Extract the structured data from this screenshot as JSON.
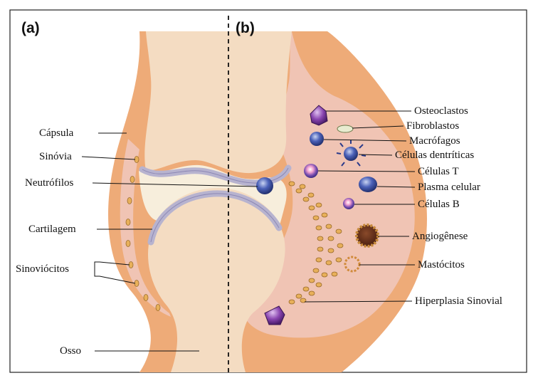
{
  "panels": {
    "a": "(a)",
    "b": "(b)"
  },
  "labels_left": {
    "capsula": "Cápsula",
    "sinovia": "Sinóvia",
    "neutrofilos": "Neutrófilos",
    "cartilagem": "Cartilagem",
    "sinoviocitos": "Sinoviócitos",
    "osso": "Osso"
  },
  "labels_right": {
    "osteoclastos": "Osteoclastos",
    "fibroblastos": "Fibroblastos",
    "macrofagos": "Macrófagos",
    "celulas_dendriticas": "Células dentríticas",
    "celulas_t": "Células T",
    "plasma_celular": "Plasma celular",
    "celulas_b": "Células B",
    "angiogenese": "Angiogênese",
    "mastocitos": "Mastócitos",
    "hiperplasia": "Hiperplasia Sinovial"
  },
  "colors": {
    "bone": "#f4dcc2",
    "capsule": "#eeab78",
    "inflamed": "#f0c4b4",
    "cartilage": "#b7b3cf",
    "fluid": "#f7eedc",
    "dot_fill": "#e8b05a"
  }
}
